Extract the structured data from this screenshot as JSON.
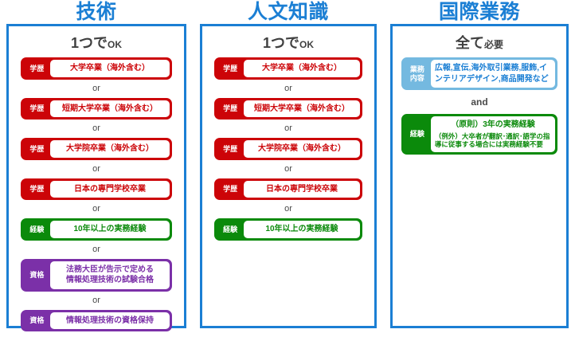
{
  "theme": {
    "title_blue": "#1b7fd4",
    "panel_border": "#1b7fd4",
    "red": "#cc0408",
    "green": "#0b8a0b",
    "purple": "#7b30a8",
    "light_blue": "#74b9e0",
    "text_dark": "#404040"
  },
  "connectors": {
    "or": "or",
    "and": "and"
  },
  "columns": [
    {
      "title": "技術",
      "head_big": "1つで",
      "head_small": "OK",
      "head_style": "ok",
      "items": [
        {
          "type": "req",
          "color": "red",
          "tag": "学歴",
          "main": "大学卒業（海外含む）"
        },
        {
          "type": "conn",
          "label": "or"
        },
        {
          "type": "req",
          "color": "red",
          "tag": "学歴",
          "main": "短期大学卒業（海外含む）"
        },
        {
          "type": "conn",
          "label": "or"
        },
        {
          "type": "req",
          "color": "red",
          "tag": "学歴",
          "main": "大学院卒業（海外含む）"
        },
        {
          "type": "conn",
          "label": "or"
        },
        {
          "type": "req",
          "color": "red",
          "tag": "学歴",
          "main": "日本の専門学校卒業"
        },
        {
          "type": "conn",
          "label": "or"
        },
        {
          "type": "req",
          "color": "green",
          "tag": "経験",
          "main": "10年以上の実務経験"
        },
        {
          "type": "conn",
          "label": "or"
        },
        {
          "type": "req",
          "color": "purple",
          "tag": "資格",
          "main": "法務大臣が告示で定める\n情報処理技術の試験合格"
        },
        {
          "type": "conn",
          "label": "or"
        },
        {
          "type": "req",
          "color": "purple",
          "tag": "資格",
          "main": "情報処理技術の資格保持"
        }
      ]
    },
    {
      "title": "人文知識",
      "head_big": "1つで",
      "head_small": "OK",
      "head_style": "ok",
      "items": [
        {
          "type": "req",
          "color": "red",
          "tag": "学歴",
          "main": "大学卒業（海外含む）"
        },
        {
          "type": "conn",
          "label": "or"
        },
        {
          "type": "req",
          "color": "red",
          "tag": "学歴",
          "main": "短期大学卒業（海外含む）"
        },
        {
          "type": "conn",
          "label": "or"
        },
        {
          "type": "req",
          "color": "red",
          "tag": "学歴",
          "main": "大学院卒業（海外含む）"
        },
        {
          "type": "conn",
          "label": "or"
        },
        {
          "type": "req",
          "color": "red",
          "tag": "学歴",
          "main": "日本の専門学校卒業"
        },
        {
          "type": "conn",
          "label": "or"
        },
        {
          "type": "req",
          "color": "green",
          "tag": "経験",
          "main": "10年以上の実務経験"
        }
      ]
    },
    {
      "title": "国際業務",
      "head_big": "全て",
      "head_small": "必要",
      "head_style": "all",
      "items": [
        {
          "type": "req",
          "color": "lblue",
          "tag": "業務\n内容",
          "main": "広報,宣伝,海外取引業務,服飾,インテリアデザイン,商品開発など"
        },
        {
          "type": "conn",
          "label": "and"
        },
        {
          "type": "req",
          "color": "green",
          "tag": "経験",
          "main": "（原則）3年の実務経験",
          "sub": "（例外）大卒者が翻訳･通訳･語学の指導に従事する場合には実務経験不要"
        }
      ]
    }
  ]
}
